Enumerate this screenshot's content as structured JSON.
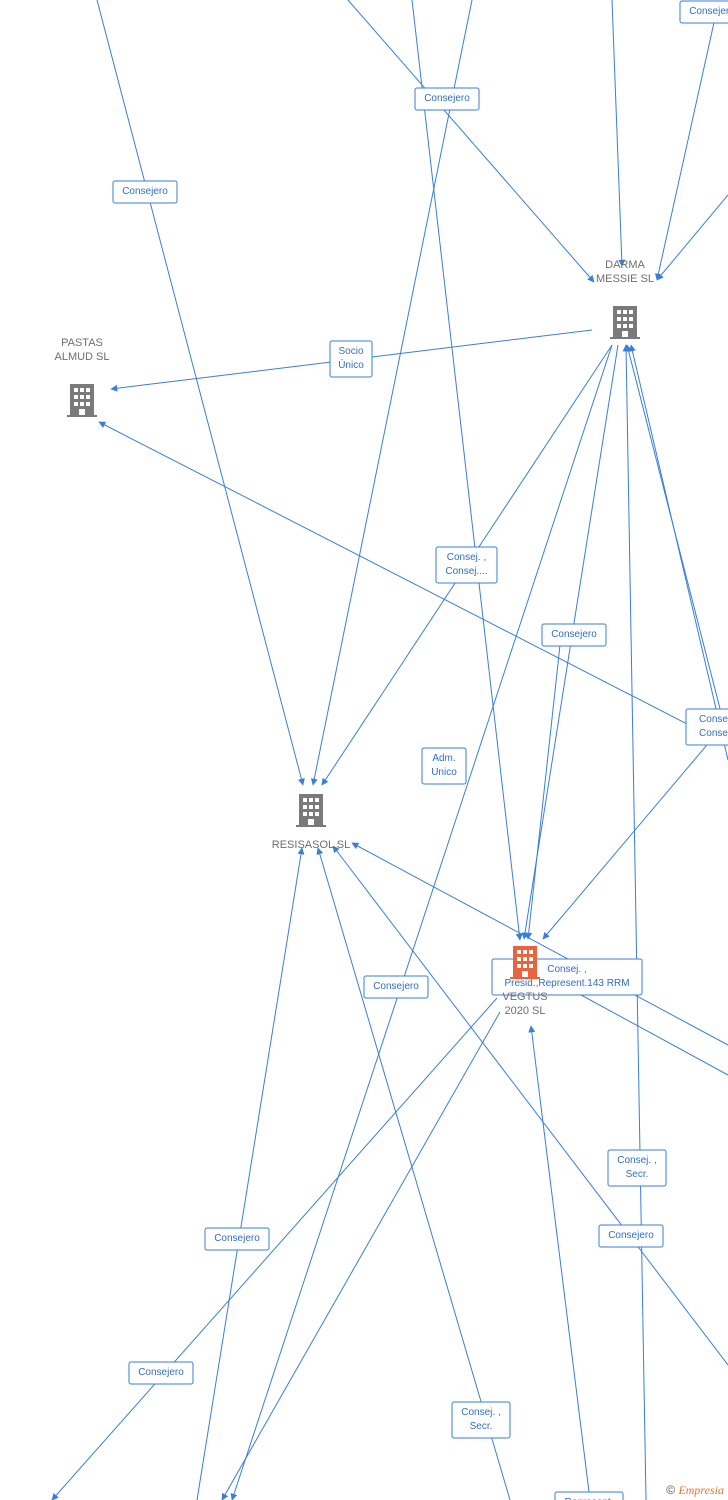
{
  "nodes": {
    "pastas": {
      "lines": [
        "PASTAS",
        "ALMUD  SL"
      ],
      "color": "#7a7a7a"
    },
    "darma": {
      "lines": [
        "DARMA",
        "MESSIE  SL"
      ],
      "color": "#7a7a7a"
    },
    "resisasol": {
      "lines": [
        "RESISASOL  SL"
      ],
      "color": "#7a7a7a"
    },
    "vegtus": {
      "lines": [
        "VEGTUS",
        "2020  SL"
      ],
      "color": "#e8643c"
    }
  },
  "edge_labels": {
    "l1": [
      "Consejero"
    ],
    "l2": [
      "Consejero"
    ],
    "l3": [
      "Consejero"
    ],
    "l4": [
      "Socio",
      "Único"
    ],
    "l5": [
      "Consej. ,",
      "Consej...."
    ],
    "l6": [
      "Consejero"
    ],
    "l7": [
      "Consej.",
      "Consej."
    ],
    "l8": [
      "Adm.",
      "Unico"
    ],
    "l9": [
      "Consejero"
    ],
    "l10": [
      "Consej. ,",
      "Presid.,Represent.143 RRM"
    ],
    "l11": [
      "Consej. ,",
      "Secr."
    ],
    "l12": [
      "Consejero"
    ],
    "l13": [
      "Consejero"
    ],
    "l14": [
      "Consejero"
    ],
    "l15": [
      "Consej. ,",
      "Secr."
    ],
    "l16": [
      "Represent."
    ]
  },
  "colors": {
    "edge": "#3a7fd5",
    "company": "#7a7a7a",
    "focus_company": "#e8643c"
  },
  "icons": {
    "company": "building-icon"
  },
  "footer": {
    "copyright": "©",
    "brand": "Empresia"
  }
}
